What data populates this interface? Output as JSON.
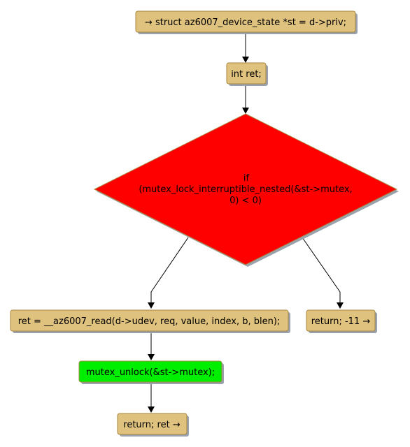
{
  "colors": {
    "action_fill": "#e0c27f",
    "action_stroke": "#a8863f",
    "decision_fill": "#ff0000",
    "highlight_fill": "#00ee00",
    "shadow": "#9aa3ad"
  },
  "nodes": {
    "start": {
      "text": "→ struct az6007_device_state *st = d->priv;"
    },
    "declare": {
      "text": "int ret;"
    },
    "decision": {
      "lines": [
        "if",
        "(mutex_lock_interruptible_nested(&st->mutex,",
        "0) < 0)"
      ]
    },
    "read": {
      "text": "ret = __az6007_read(d->udev, req, value, index, b, blen);"
    },
    "error_return": {
      "text": "return; -11 →"
    },
    "unlock": {
      "text": "mutex_unlock(&st->mutex);"
    },
    "final_return": {
      "text": "return; ret →"
    }
  }
}
